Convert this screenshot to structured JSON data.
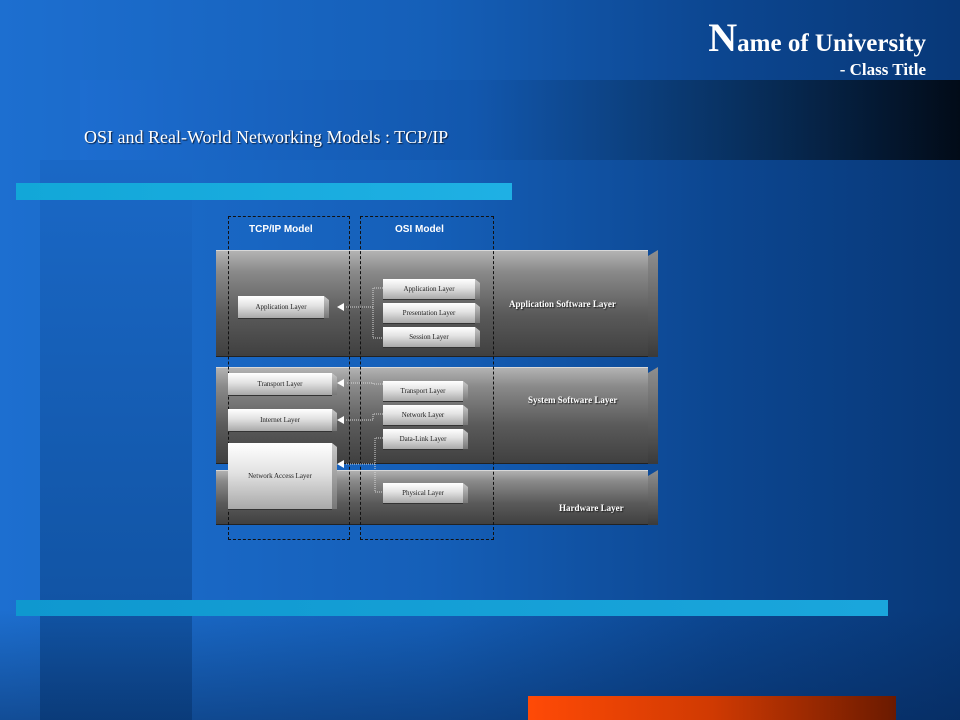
{
  "header": {
    "university_initial": "N",
    "university_rest": "ame of University",
    "class_title": "- Class Title",
    "slide_title": "OSI and Real-World Networking Models : TCP/IP"
  },
  "diagram": {
    "tcpip_heading": "TCP/IP Model",
    "osi_heading": "OSI Model",
    "tiers": {
      "application_software": "Application Software Layer",
      "system_software": "System Software Layer",
      "hardware": "Hardware Layer"
    },
    "tcpip_layers": {
      "application": "Application Layer",
      "transport": "Transport Layer",
      "internet": "Internet Layer",
      "network_access": "Network Access Layer"
    },
    "osi_layers": {
      "application": "Application Layer",
      "presentation": "Presentation Layer",
      "session": "Session Layer",
      "transport": "Transport Layer",
      "network": "Network Layer",
      "data_link": "Data-Link Layer",
      "physical": "Physical  Layer"
    }
  },
  "colors": {
    "background": "#155fb8",
    "accent_cyan": "#1aa6dc",
    "accent_orange": "#ff4a06",
    "tier_gray": "#5a5a5a"
  }
}
